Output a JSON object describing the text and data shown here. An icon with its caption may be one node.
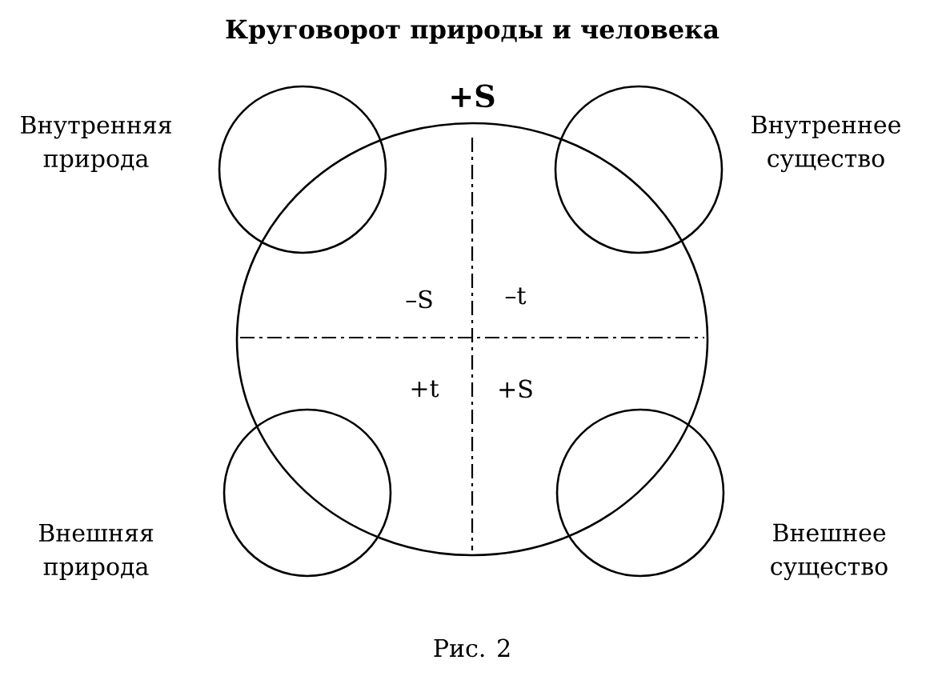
{
  "diagram": {
    "title": "Круговорот природы и человека",
    "caption": "Рис. 2",
    "nodes": [
      {
        "text": [],
        "shape": "circle"
      },
      {
        "text": [],
        "shape": "circle",
        "beside": [
          "Внутренняя природа"
        ]
      },
      {
        "text": [],
        "shape": "circle",
        "beside": [
          "Внутреннее существо"
        ]
      },
      {
        "text": [],
        "shape": "circle",
        "beside": [
          "Внешняя природа"
        ]
      },
      {
        "text": [],
        "shape": "circle",
        "beside": [
          "Внешнее существо"
        ]
      }
    ],
    "edges": [],
    "labels": [
      "+S",
      "–S",
      "–t",
      "+t",
      "+S"
    ]
  }
}
